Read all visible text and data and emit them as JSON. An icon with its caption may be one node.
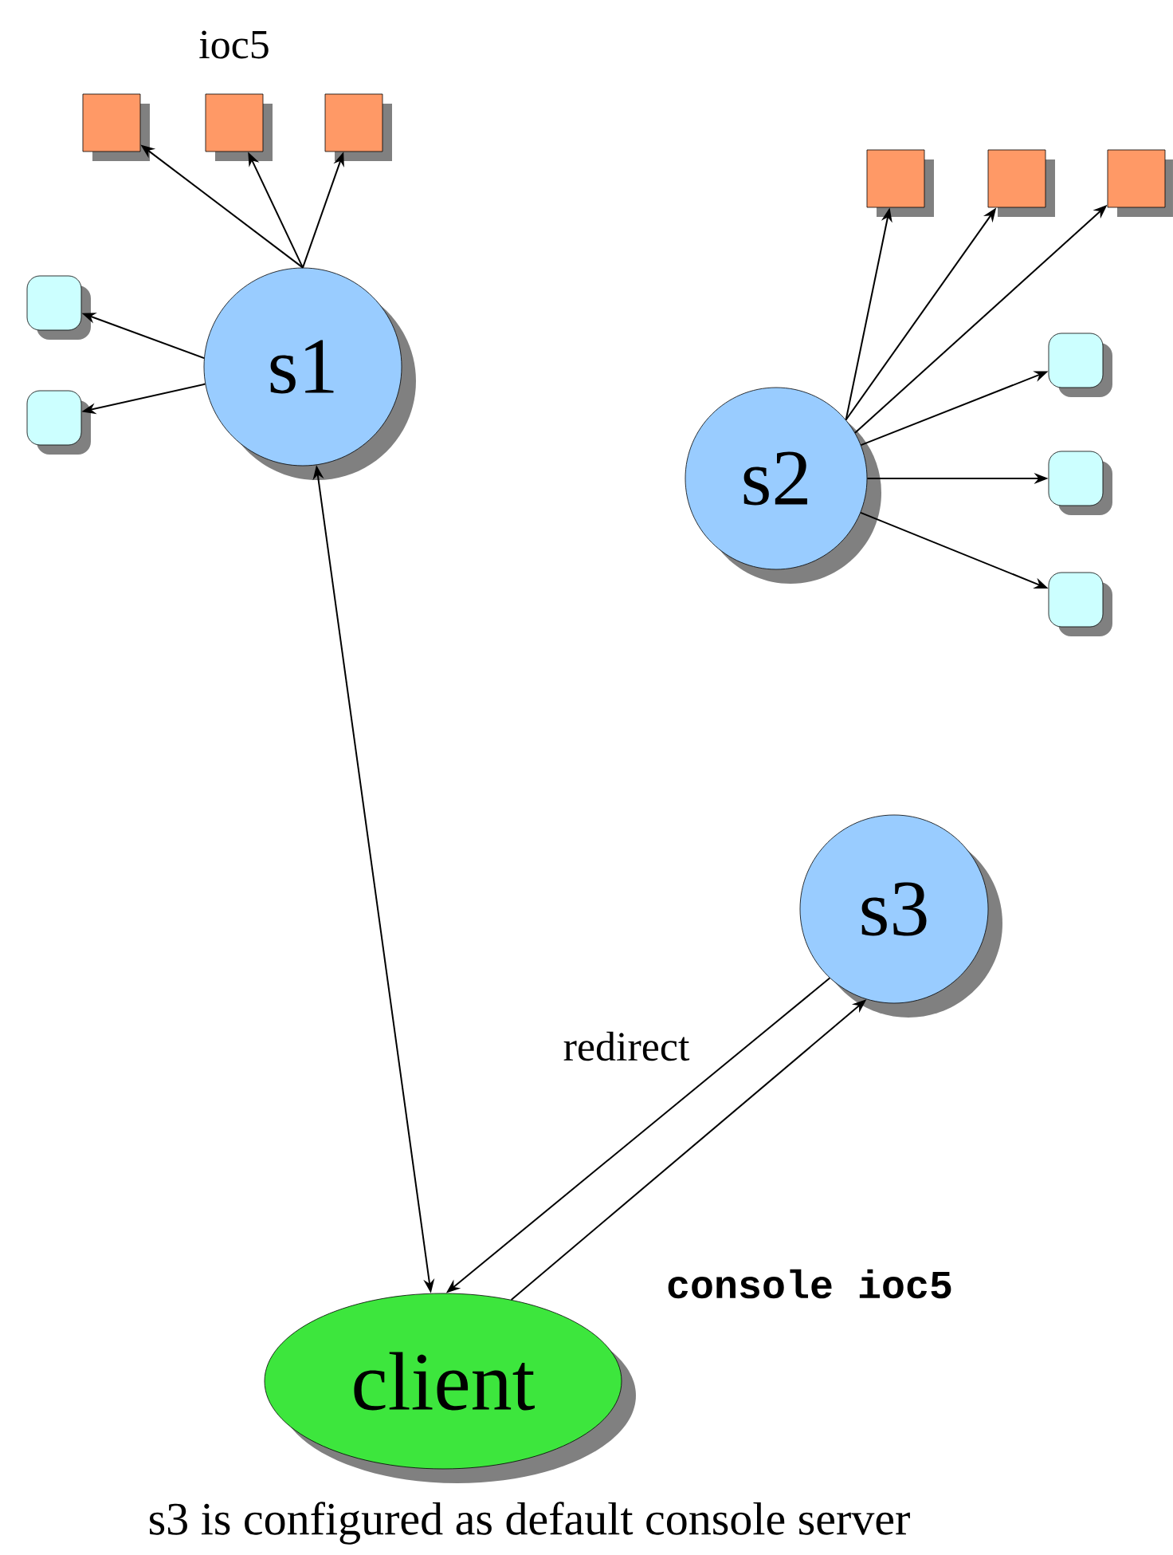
{
  "diagram": {
    "caption": "s3 is configured as default console server",
    "nodes": [
      {
        "text": [
          "s1"
        ]
      },
      {
        "text": [
          "s2"
        ]
      },
      {
        "text": [
          "s3"
        ]
      },
      {
        "text": [
          "client"
        ]
      },
      {
        "text": [],
        "shape": "box"
      },
      {
        "text": [],
        "shape": "box"
      },
      {
        "text": [],
        "shape": "box"
      },
      {
        "text": [],
        "shape": "box"
      },
      {
        "text": [],
        "shape": "box"
      },
      {
        "text": [],
        "shape": "box"
      },
      {
        "text": [],
        "shape": "box"
      },
      {
        "text": [],
        "shape": "box"
      },
      {
        "text": [],
        "shape": "box"
      },
      {
        "text": [],
        "shape": "box"
      },
      {
        "text": [],
        "shape": "box"
      }
    ],
    "edges": [
      {
        "from": 0,
        "to": 4,
        "arrow": "to"
      },
      {
        "from": 0,
        "to": 5,
        "arrow": "to"
      },
      {
        "from": 0,
        "to": 6,
        "arrow": "to"
      },
      {
        "from": 0,
        "to": 7,
        "arrow": "to"
      },
      {
        "from": 0,
        "to": 8,
        "arrow": "to"
      },
      {
        "from": 1,
        "to": 9,
        "arrow": "to"
      },
      {
        "from": 1,
        "to": 10,
        "arrow": "to"
      },
      {
        "from": 1,
        "to": 11,
        "arrow": "to"
      },
      {
        "from": 1,
        "to": 12,
        "arrow": "to"
      },
      {
        "from": 1,
        "to": 13,
        "arrow": "to"
      },
      {
        "from": 1,
        "to": 14,
        "arrow": "to"
      },
      {
        "from": 3,
        "to": 0,
        "arrow": "both"
      },
      {
        "from": 2,
        "to": 3,
        "arrow": "to",
        "label": "redirect"
      },
      {
        "from": 3,
        "to": 2,
        "arrow": "to"
      }
    ],
    "labels": [
      "ioc5",
      "console ioc5"
    ]
  }
}
